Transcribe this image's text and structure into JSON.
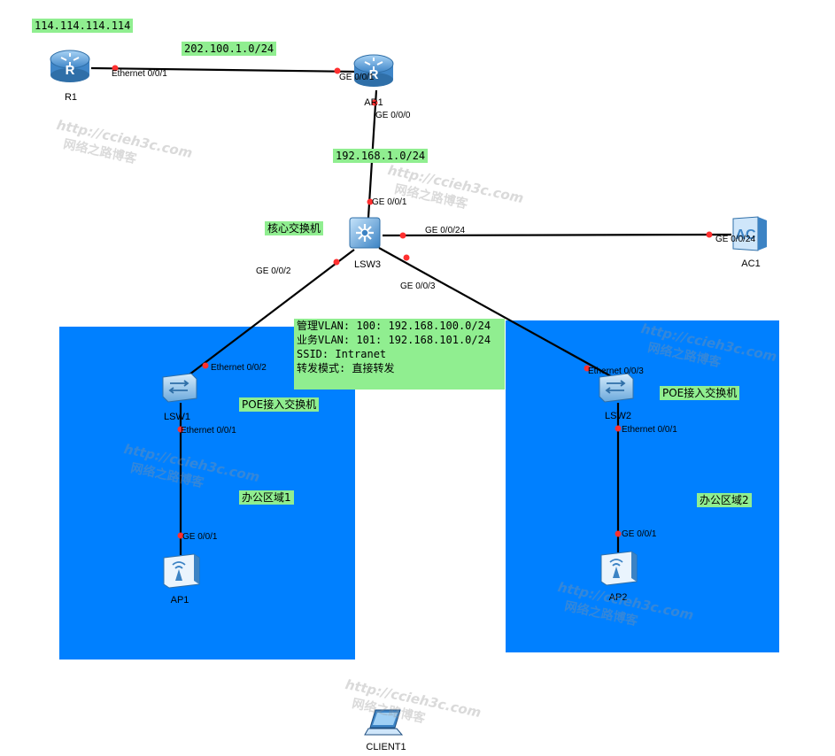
{
  "labels": {
    "r1_ip": "114.114.114.114",
    "wan_net": "202.100.1.0/24",
    "lan_net": "192.168.1.0/24",
    "core_switch": "核心交换机",
    "info_block": "管理VLAN: 100: 192.168.100.0/24\n业务VLAN: 101: 192.168.101.0/24\nSSID: Intranet\n转发模式: 直接转发",
    "poe_switch_1": "POE接入交换机",
    "poe_switch_2": "POE接入交换机",
    "office_zone_1": "办公区域1",
    "office_zone_2": "办公区域2"
  },
  "devices": {
    "r1": "R1",
    "ar1": "AR1",
    "lsw3": "LSW3",
    "ac1": "AC1",
    "lsw1": "LSW1",
    "lsw2": "LSW2",
    "ap1": "AP1",
    "ap2": "AP2",
    "client1": "CLIENT1"
  },
  "ports": {
    "r1_eth": "Ethernet 0/0/1",
    "ar1_ge001": "GE 0/0/1",
    "ar1_ge000": "GE 0/0/0",
    "lsw3_ge001": "GE 0/0/1",
    "lsw3_ge0024": "GE 0/0/24",
    "ac1_ge0024": "GE 0/0/24",
    "lsw3_ge002": "GE 0/0/2",
    "lsw3_ge003": "GE 0/0/3",
    "lsw1_eth002": "Ethernet 0/0/2",
    "lsw1_eth001": "Ethernet 0/0/1",
    "ap1_ge001": "GE 0/0/1",
    "lsw2_eth003": "Ethernet 0/0/3",
    "lsw2_eth001": "Ethernet 0/0/1",
    "ap2_ge001": "GE 0/0/1"
  },
  "watermark": {
    "url": "http://ccieh3c.com",
    "cn": "网络之路博客"
  },
  "colors": {
    "zone_blue": "#0080ff",
    "tag_green": "#90ee90",
    "link": "#000000",
    "port_dot": "#ff3030"
  },
  "icons": [
    "router-icon",
    "switch-icon",
    "core-switch-icon",
    "ac-icon",
    "ap-icon",
    "laptop-icon"
  ]
}
